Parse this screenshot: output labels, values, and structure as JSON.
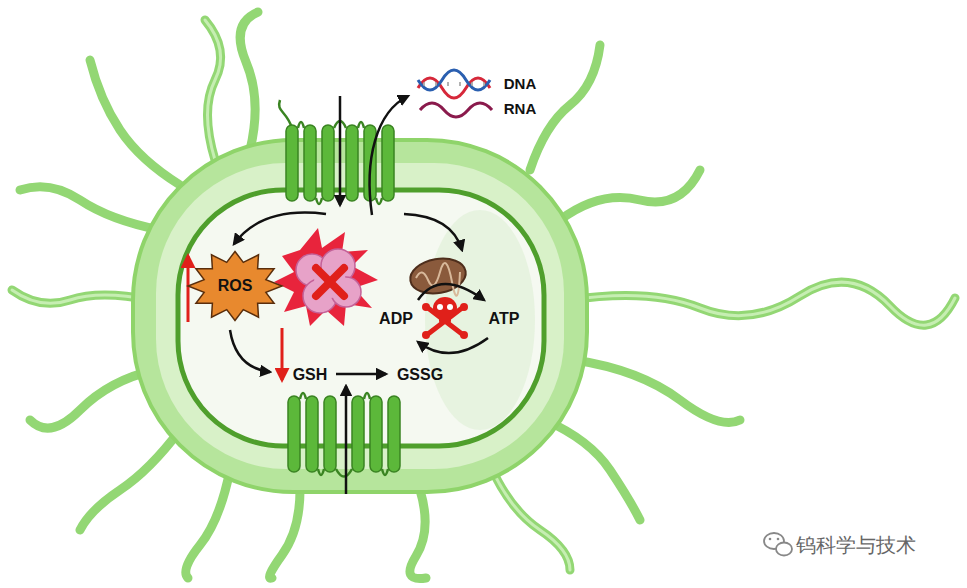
{
  "diagram": {
    "nodes": [
      {
        "text": [
          "ROS"
        ]
      }
    ],
    "labels": [
      "DNA",
      "RNA",
      "ADP",
      "ATP",
      "GSH",
      "GSSG",
      "钨科学与技术"
    ]
  }
}
